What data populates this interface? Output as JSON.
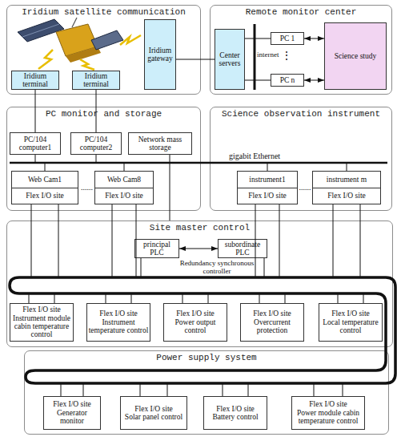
{
  "diagram": {
    "nodes": [
      {
        "text": [
          "Iridium satellite communication"
        ]
      },
      {
        "text": [
          "Iridium gateway"
        ],
        "in": 0
      },
      {
        "text": [
          "Iridium terminal"
        ],
        "in": 0
      },
      {
        "text": [
          "Iridium terminal"
        ],
        "in": 0
      },
      {
        "text": [
          "Remote monitor center"
        ]
      },
      {
        "text": [
          "Center servers"
        ],
        "in": 4
      },
      {
        "text": [
          "PC 1"
        ],
        "in": 4
      },
      {
        "text": [
          "PC n"
        ],
        "in": 4
      },
      {
        "text": [
          "Science study"
        ],
        "in": 4
      },
      {
        "text": [
          "PC monitor and storage"
        ]
      },
      {
        "text": [
          "PC/104 computer1"
        ],
        "in": 9
      },
      {
        "text": [
          "PC/104 computer2"
        ],
        "in": 9
      },
      {
        "text": [
          "Network mass storage"
        ],
        "in": 9
      },
      {
        "text": [
          "Web Cam1",
          "Flex I/O site"
        ],
        "in": 9
      },
      {
        "text": [
          "Web Cam8",
          "Flex I/O site"
        ],
        "in": 9
      },
      {
        "text": [
          "Science observation instrument"
        ]
      },
      {
        "text": [
          "instrument1",
          "Flex I/O site"
        ],
        "in": 15
      },
      {
        "text": [
          "instrument m",
          "Flex I/O site"
        ],
        "in": 15
      },
      {
        "text": [
          "Site master control"
        ]
      },
      {
        "text": [
          "principal PLC"
        ],
        "in": 18
      },
      {
        "text": [
          "subordinate PLC"
        ],
        "in": 18
      },
      {
        "text": [
          "Flex I/O site",
          "Instrument module cabin temperature control"
        ],
        "in": 18
      },
      {
        "text": [
          "Flex I/O site",
          "Instrument temperature control"
        ],
        "in": 18
      },
      {
        "text": [
          "Flex I/O site",
          "Power output control"
        ],
        "in": 18
      },
      {
        "text": [
          "Flex I/O site",
          "Overcurrent protection"
        ],
        "in": 18
      },
      {
        "text": [
          "Flex I/O site",
          "Local temperature control"
        ],
        "in": 18
      },
      {
        "text": [
          "Power supply system"
        ]
      },
      {
        "text": [
          "Flex I/O site",
          "Generator monitor"
        ],
        "in": 26
      },
      {
        "text": [
          "Flex I/O site",
          "Solar panel control"
        ],
        "in": 26
      },
      {
        "text": [
          "Flex I/O site",
          "Battery control"
        ],
        "in": 26
      },
      {
        "text": [
          "Flex I/O site",
          "Power module cabin temperature control"
        ],
        "in": 26
      }
    ],
    "edges": [
      {
        "from": 2,
        "to": 10,
        "arrow": "none"
      },
      {
        "from": 3,
        "to": 11,
        "arrow": "none"
      },
      {
        "from": 1,
        "to": 5,
        "arrow": "none"
      },
      {
        "from": 5,
        "to": 6,
        "arrow": "none"
      },
      {
        "from": 5,
        "to": 7,
        "arrow": "none"
      },
      {
        "from": 6,
        "to": 8,
        "arrow": "both"
      },
      {
        "from": 7,
        "to": 8,
        "arrow": "both"
      },
      {
        "from": 19,
        "to": 20,
        "arrow": "both"
      }
    ],
    "labels": [
      "internet",
      "gigabit Ethernet",
      "Redundancy synchronous controller",
      "......",
      "......",
      "⋮"
    ]
  }
}
